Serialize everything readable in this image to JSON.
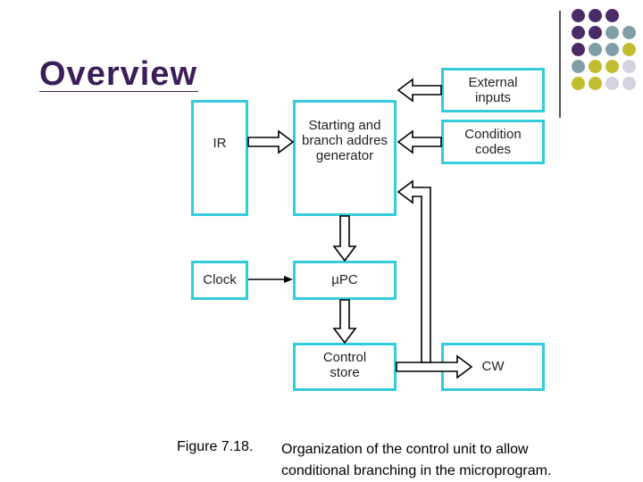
{
  "slide": {
    "title": "Overview"
  },
  "decor": {
    "colors": [
      "#4b2a66",
      "#7f9ea6",
      "#c0be2e",
      "#d3d3df"
    ],
    "dots": [
      [
        "#4b2a66",
        "#4b2a66",
        "#4b2a66",
        null
      ],
      [
        "#4b2a66",
        "#4b2a66",
        "#7f9ea6",
        "#7f9ea6"
      ],
      [
        "#4b2a66",
        "#7f9ea6",
        "#7f9ea6",
        "#c0be2e"
      ],
      [
        "#7f9ea6",
        "#c0be2e",
        "#c0be2e",
        "#d3d3df"
      ],
      [
        "#c0be2e",
        "#c0be2e",
        "#d3d3df",
        "#d3d3df"
      ]
    ]
  },
  "diagram": {
    "ir": "IR",
    "clock": "Clock",
    "starting_line1": "Starting and",
    "starting_line2": "branch addres",
    "starting_line3": "generator",
    "external_line1": "External",
    "external_line2": "inputs",
    "condition_line1": "Condition",
    "condition_line2": "codes",
    "upc": "µPC",
    "control_line1": "Control",
    "control_line2": "store",
    "cw": "CW"
  },
  "caption": {
    "figure": "Figure 7.18.",
    "line1": "Organization of the control unit to allow",
    "line2": "conditional branching in the microprogram."
  }
}
